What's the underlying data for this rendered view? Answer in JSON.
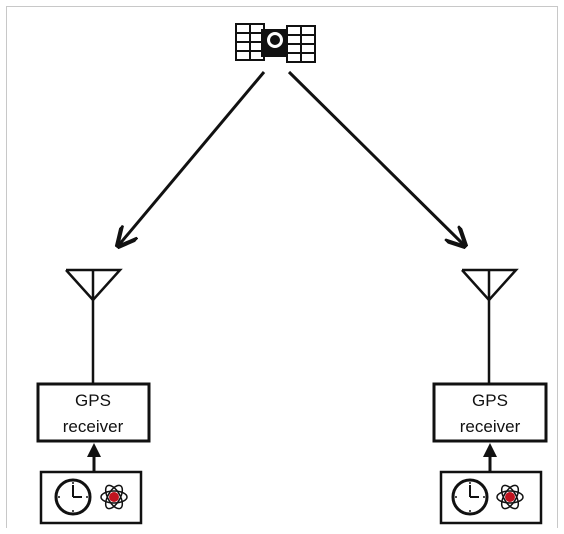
{
  "stations": [
    {
      "id": "left",
      "line1": "GPS",
      "line2": "receiver"
    },
    {
      "id": "right",
      "line1": "GPS",
      "line2": "receiver"
    }
  ],
  "colors": {
    "stroke": "#111111",
    "atom": "#c0131f",
    "frame": "#c8c8c8"
  },
  "icons": [
    "satellite-icon",
    "antenna-icon",
    "clock-icon",
    "atom-icon"
  ]
}
